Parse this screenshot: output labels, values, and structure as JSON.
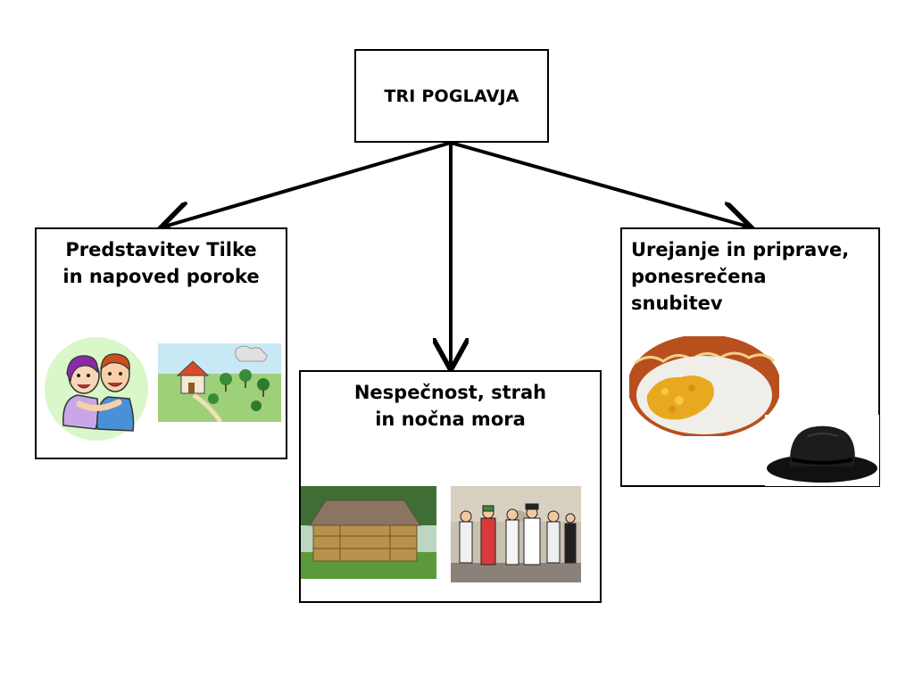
{
  "root": {
    "title": "TRI POGLAVJA"
  },
  "chapters": [
    {
      "title_lines": [
        "Predstavitev Tilke",
        "in napoved poroke"
      ],
      "images": [
        "couple-hugging-illustration",
        "child-drawing-house-landscape"
      ]
    },
    {
      "title_lines": [
        "Nespečnost, strah",
        "in nočna mora"
      ],
      "images": [
        "hayrack-barn-photo",
        "folk-dancers-photo"
      ]
    },
    {
      "title_lines": [
        "Urejanje in priprave,",
        "ponesrečena",
        "snubitev"
      ],
      "images": [
        "millet-porridge-bowl-photo",
        "black-hat-icon"
      ]
    }
  ],
  "colors": {
    "line": "#000000",
    "box_border": "#000000",
    "background": "#ffffff"
  }
}
